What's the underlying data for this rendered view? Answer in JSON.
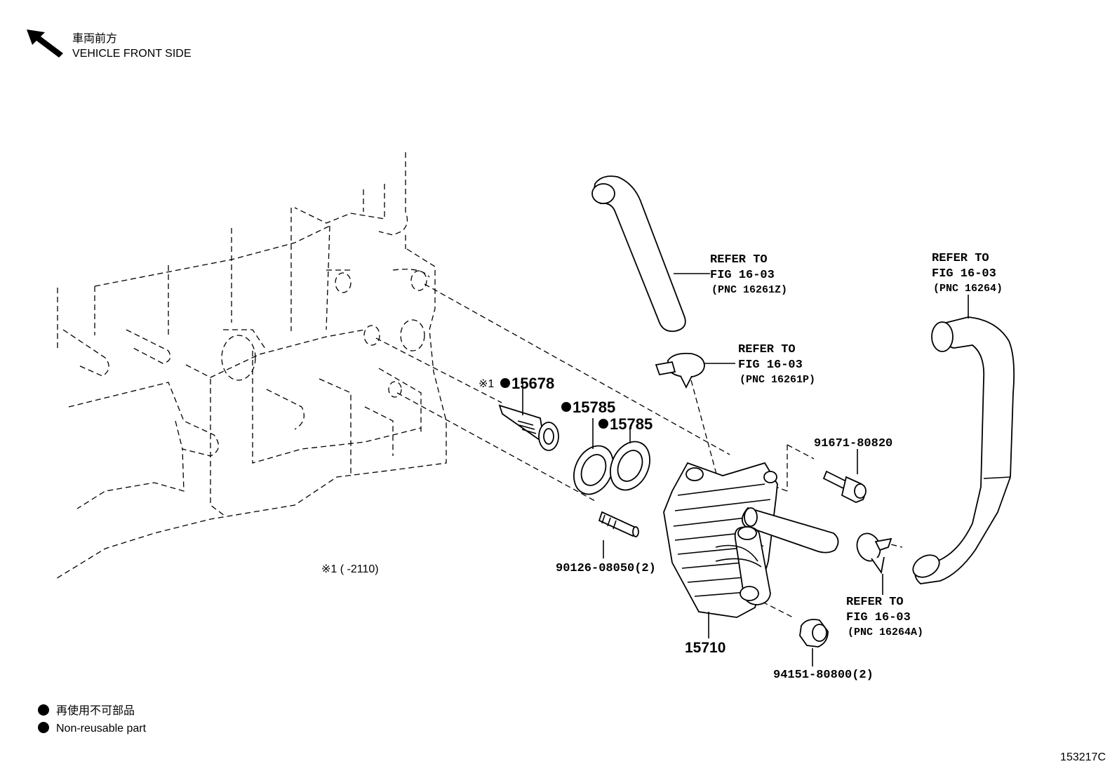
{
  "header": {
    "front_jp": "車両前方",
    "front_en": "VEHICLE FRONT SIDE"
  },
  "callouts": {
    "refer_hose_upper": {
      "line1": "REFER TO",
      "line2": "FIG 16-03",
      "line3": "(PNC 16261Z)"
    },
    "refer_hose_right": {
      "line1": "REFER TO",
      "line2": "FIG 16-03",
      "line3": "(PNC 16264)"
    },
    "refer_clamp_upper": {
      "line1": "REFER TO",
      "line2": "FIG 16-03",
      "line3": "(PNC 16261P)"
    },
    "refer_clamp_lower": {
      "line1": "REFER TO",
      "line2": "FIG 16-03",
      "line3": "(PNC 16264A)"
    }
  },
  "parts": {
    "p15678_prefix": "※1",
    "p15678": "15678",
    "p15785_a": "15785",
    "p15785_b": "15785",
    "p91671": "91671-80820",
    "p90126": "90126-08050(2)",
    "p15710": "15710",
    "p94151": "94151-80800(2)"
  },
  "footnote": "※1 (      -2110)",
  "legend": {
    "jp": "再使用不可部品",
    "en": "Non-reusable part"
  },
  "figure_id": "153217C"
}
